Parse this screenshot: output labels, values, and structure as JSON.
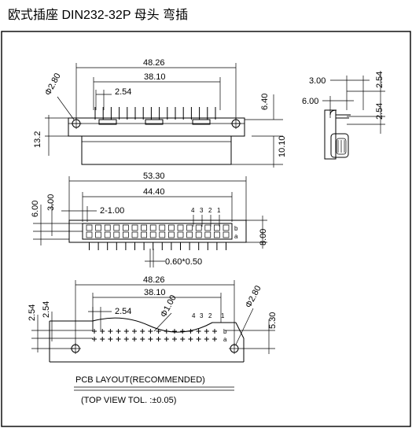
{
  "title": "欧式插座 DIN232-32P 母头 弯插",
  "front_view": {
    "overall_width": "48.26",
    "mount_width": "38.10",
    "pitch": "2.54",
    "hole_dia": "Φ2.80",
    "side_height": "13.2",
    "pin_height": "6.40",
    "body_height": "10.10"
  },
  "side_view": {
    "dim_a": "3.00",
    "dim_b": "2.54",
    "dim_c": "6.00",
    "dim_d": "2.54"
  },
  "top_view": {
    "overall_width": "53.30",
    "inner_width": "44.40",
    "offset": "2-1.00",
    "left_outer": "6.00",
    "left_inner": "3.00",
    "depth": "8.00",
    "pin_size": "0.60*0.50",
    "col_numbers": [
      "4",
      "3",
      "2",
      "1"
    ],
    "row_letters": [
      "b",
      "a"
    ]
  },
  "pcb_view": {
    "overall_width": "48.26",
    "mount_width": "38.10",
    "pitch": "2.54",
    "left_outer": "2.54",
    "left_inner": "2.54",
    "hole_small": "Φ1.00",
    "hole_large": "Φ2.80",
    "right_dim": "5.30",
    "col_numbers": [
      "4",
      "3",
      "2",
      "1"
    ],
    "row_letters": [
      "b",
      "a"
    ]
  },
  "caption": {
    "line1": "PCB LAYOUT(RECOMMENDED)",
    "line2": "(TOP VIEW TOL. :±0.05)"
  }
}
